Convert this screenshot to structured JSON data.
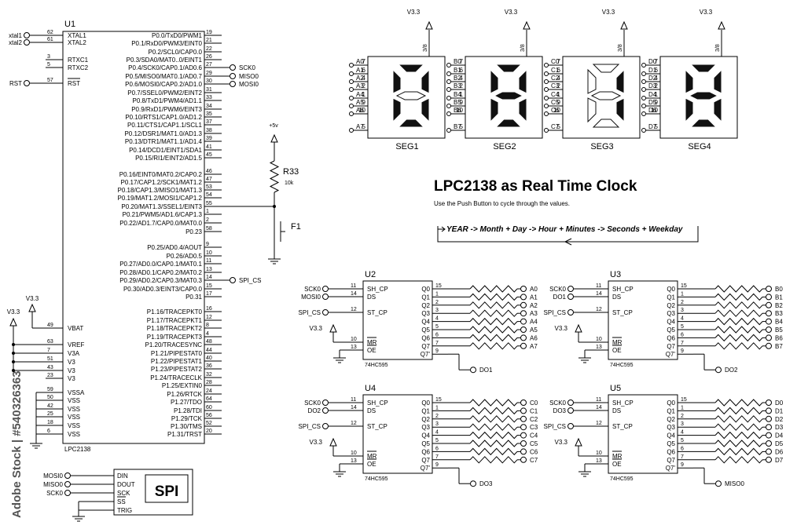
{
  "u1": {
    "ref": "U1",
    "part": "LPC2138",
    "left_pins": [
      {
        "num": "62",
        "name": "XTAL1",
        "net": "xtal1"
      },
      {
        "num": "61",
        "name": "XTAL2",
        "net": "xtal2"
      },
      {
        "num": "3",
        "name": "RTXC1",
        "net": ""
      },
      {
        "num": "5",
        "name": "RTXC2",
        "net": ""
      },
      {
        "num": "57",
        "name": "RST",
        "net": "RST"
      },
      {
        "num": "49",
        "name": "VBAT",
        "net": ""
      },
      {
        "num": "63",
        "name": "VREF",
        "net": ""
      },
      {
        "num": "7",
        "name": "V3A",
        "net": ""
      },
      {
        "num": "51",
        "name": "V3",
        "net": ""
      },
      {
        "num": "43",
        "name": "V3",
        "net": ""
      },
      {
        "num": "23",
        "name": "V3",
        "net": ""
      },
      {
        "num": "59",
        "name": "VSSA",
        "net": ""
      },
      {
        "num": "50",
        "name": "VSS",
        "net": ""
      },
      {
        "num": "42",
        "name": "VSS",
        "net": ""
      },
      {
        "num": "25",
        "name": "VSS",
        "net": ""
      },
      {
        "num": "18",
        "name": "VSS",
        "net": ""
      },
      {
        "num": "6",
        "name": "VSS",
        "net": ""
      }
    ],
    "right_pins": [
      {
        "num": "19",
        "name": "P0.0/TxD0/PWM1",
        "net": ""
      },
      {
        "num": "21",
        "name": "P0.1/RxD0/PWM3/EINT0",
        "net": ""
      },
      {
        "num": "22",
        "name": "P0.2/SCL0/CAP0.0",
        "net": ""
      },
      {
        "num": "26",
        "name": "P0.3/SDA0/MAT0..0/EINT1",
        "net": ""
      },
      {
        "num": "27",
        "name": "P0.4/SCK0/CAP0.1/AD0.6",
        "net": "SCK0"
      },
      {
        "num": "29",
        "name": "P0.5/MISO0/MAT0.1/AD0.7",
        "net": "MISO0"
      },
      {
        "num": "30",
        "name": "P0.6/MOSI0/CAP0.2/AD1.0",
        "net": "MOSI0"
      },
      {
        "num": "31",
        "name": "P0.7/SSEL0/PWM2/EINT2",
        "net": ""
      },
      {
        "num": "33",
        "name": "P0.8/TxD1/PWM4/AD1.1",
        "net": ""
      },
      {
        "num": "34",
        "name": "P0.9/RxD1/PWM6/EINT3",
        "net": ""
      },
      {
        "num": "35",
        "name": "P0.10/RTS1/CAP1.0/AD1.2",
        "net": ""
      },
      {
        "num": "37",
        "name": "P0.11/CTS1/CAP1.1/SCL1",
        "net": ""
      },
      {
        "num": "38",
        "name": "P0.12/DSR1/MAT1.0/AD1.3",
        "net": ""
      },
      {
        "num": "39",
        "name": "P0.13/DTR1/MAT1.1/AD1.4",
        "net": ""
      },
      {
        "num": "41",
        "name": "P0.14/DCD1/EINT1/SDA1",
        "net": ""
      },
      {
        "num": "45",
        "name": "P0.15/RI1/EINT2/AD1.5",
        "net": ""
      },
      {
        "num": "46",
        "name": "P0.16/EINT0/MAT0.2/CAP0.2",
        "net": ""
      },
      {
        "num": "47",
        "name": "P0.17/CAP1.2/SCK1/MAT1.2",
        "net": ""
      },
      {
        "num": "53",
        "name": "P0.18/CAP1.3/MISO1/MAT1.3",
        "net": ""
      },
      {
        "num": "54",
        "name": "P0.19/MAT1.2/MOSI1/CAP1.2",
        "net": ""
      },
      {
        "num": "55",
        "name": "P0.20/MAT1.3/SSEL1/EINT3",
        "net": ""
      },
      {
        "num": "1",
        "name": "P0.21/PWM5/AD1.6/CAP1.3",
        "net": ""
      },
      {
        "num": "2",
        "name": "P0.22/AD1.7/CAP0.0/MAT0.0",
        "net": ""
      },
      {
        "num": "58",
        "name": "P0.23",
        "net": ""
      },
      {
        "num": "9",
        "name": "P0.25/AD0.4/AOUT",
        "net": ""
      },
      {
        "num": "10",
        "name": "P0.26/AD0.5",
        "net": ""
      },
      {
        "num": "11",
        "name": "P0.27/AD0.0/CAP0.1/MAT0.1",
        "net": ""
      },
      {
        "num": "13",
        "name": "P0.28/AD0.1/CAP0.2/MAT0.2",
        "net": ""
      },
      {
        "num": "14",
        "name": "P0.29/AD0.2/CAP0.3/MAT0.3",
        "net": "SPI_CS"
      },
      {
        "num": "15",
        "name": "P0.30/AD0.3/EINT3/CAP0.0",
        "net": ""
      },
      {
        "num": "17",
        "name": "P0.31",
        "net": ""
      },
      {
        "num": "16",
        "name": "P1.16/TRACEPKT0",
        "net": ""
      },
      {
        "num": "12",
        "name": "P1.17/TRACEPKT1",
        "net": ""
      },
      {
        "num": "8",
        "name": "P1.18/TRACEPKT2",
        "net": ""
      },
      {
        "num": "4",
        "name": "P1.19/TRACEPKT3",
        "net": ""
      },
      {
        "num": "48",
        "name": "P1.20/TRACESYNC",
        "net": ""
      },
      {
        "num": "44",
        "name": "P1.21/PIPESTAT0",
        "net": ""
      },
      {
        "num": "40",
        "name": "P1.22/PIPESTAT1",
        "net": ""
      },
      {
        "num": "36",
        "name": "P1.23/PIPESTAT2",
        "net": ""
      },
      {
        "num": "32",
        "name": "P1.24/TRACECLK",
        "net": ""
      },
      {
        "num": "28",
        "name": "P1.25/EXTIN0",
        "net": ""
      },
      {
        "num": "24",
        "name": "P1.26/RTCK",
        "net": ""
      },
      {
        "num": "64",
        "name": "P1.27/TDO",
        "net": ""
      },
      {
        "num": "60",
        "name": "P1.28/TDI",
        "net": ""
      },
      {
        "num": "56",
        "name": "P1.29/TCK",
        "net": ""
      },
      {
        "num": "52",
        "name": "P1.30/TMS",
        "net": ""
      },
      {
        "num": "20",
        "name": "P1.31/TRST",
        "net": ""
      }
    ],
    "vcc_label": "V3.3",
    "vbat_label": "V3.3"
  },
  "pullup": {
    "supply": "+5v",
    "ref": "R33",
    "value": "10k",
    "switch_ref": "F1"
  },
  "spi": {
    "label": "SPI",
    "pins": [
      "DIN",
      "DOUT",
      "SCK",
      "SS",
      "TRIG"
    ],
    "nets": [
      "MOSI0",
      "MISO0",
      "SCK0"
    ]
  },
  "displays": [
    {
      "name": "SEG1",
      "prefix": "A",
      "supply": "V3.3",
      "pin_common": "3/8",
      "digit": "0",
      "pins": [
        {
          "n": "A0",
          "p": "7"
        },
        {
          "n": "A1",
          "p": "6"
        },
        {
          "n": "A2",
          "p": "4"
        },
        {
          "n": "A3",
          "p": "2"
        },
        {
          "n": "A4",
          "p": "1"
        },
        {
          "n": "A5",
          "p": "9"
        },
        {
          "n": "A6",
          "p": "10"
        },
        {
          "n": "A7",
          "p": "5"
        }
      ]
    },
    {
      "name": "SEG2",
      "prefix": "B",
      "supply": "V3.3",
      "pin_common": "3/8",
      "digit": "8",
      "pins": [
        {
          "n": "B0",
          "p": "7"
        },
        {
          "n": "B1",
          "p": "6"
        },
        {
          "n": "B2",
          "p": "4"
        },
        {
          "n": "B3",
          "p": "2"
        },
        {
          "n": "B4",
          "p": "1"
        },
        {
          "n": "B5",
          "p": "9"
        },
        {
          "n": "B6",
          "p": "10"
        },
        {
          "n": "B7",
          "p": "5"
        }
      ]
    },
    {
      "name": "SEG3",
      "prefix": "C",
      "supply": "V3.3",
      "pin_common": "3/8",
      "digit": "1",
      "pins": [
        {
          "n": "C0",
          "p": "7"
        },
        {
          "n": "C1",
          "p": "6"
        },
        {
          "n": "C2",
          "p": "4"
        },
        {
          "n": "C3",
          "p": "2"
        },
        {
          "n": "C4",
          "p": "1"
        },
        {
          "n": "C5",
          "p": "9"
        },
        {
          "n": "C6",
          "p": "10"
        },
        {
          "n": "C7",
          "p": "5"
        }
      ]
    },
    {
      "name": "SEG4",
      "prefix": "D",
      "supply": "V3.3",
      "pin_common": "3/8",
      "digit": "8",
      "pins": [
        {
          "n": "D0",
          "p": "7"
        },
        {
          "n": "D1",
          "p": "6"
        },
        {
          "n": "D2",
          "p": "4"
        },
        {
          "n": "D3",
          "p": "2"
        },
        {
          "n": "D4",
          "p": "1"
        },
        {
          "n": "D5",
          "p": "9"
        },
        {
          "n": "D6",
          "p": "10"
        },
        {
          "n": "D7",
          "p": "5"
        }
      ]
    }
  ],
  "title": "LPC2138 as Real Time Clock",
  "subtitle": "Use the Push Button to cycle through the values.",
  "flow_text": "YEAR -> Month + Day -> Hour + Minutes -> Seconds + Weekday",
  "shift_registers": [
    {
      "ref": "U2",
      "part": "74HC595",
      "in_data": "MOSI0",
      "in_clk": "SCK0",
      "in_cs": "SPI_CS",
      "supply": "V3.3",
      "q7s_net": "DO1",
      "out_prefix": "A"
    },
    {
      "ref": "U3",
      "part": "74HC595",
      "in_data": "DO1",
      "in_clk": "SCK0",
      "in_cs": "SPI_CS",
      "supply": "V3.3",
      "q7s_net": "DO2",
      "out_prefix": "B"
    },
    {
      "ref": "U4",
      "part": "74HC595",
      "in_data": "DO2",
      "in_clk": "SCK0",
      "in_cs": "SPI_CS",
      "supply": "V3.3",
      "q7s_net": "DO3",
      "out_prefix": "C"
    },
    {
      "ref": "U5",
      "part": "74HC595",
      "in_data": "DO3",
      "in_clk": "SCK0",
      "in_cs": "SPI_CS",
      "supply": "V3.3",
      "q7s_net": "MISO0",
      "out_prefix": "D"
    }
  ],
  "sr_pins": {
    "left": [
      {
        "name": "SH_CP",
        "num": "11"
      },
      {
        "name": "DS",
        "num": "14"
      },
      {
        "name": "ST_CP",
        "num": "12"
      },
      {
        "name": "MR",
        "num": "10"
      },
      {
        "name": "OE",
        "num": "13"
      }
    ],
    "right": [
      {
        "name": "Q0",
        "num": "15"
      },
      {
        "name": "Q1",
        "num": "1"
      },
      {
        "name": "Q2",
        "num": "2"
      },
      {
        "name": "Q3",
        "num": "3"
      },
      {
        "name": "Q4",
        "num": "4"
      },
      {
        "name": "Q5",
        "num": "5"
      },
      {
        "name": "Q6",
        "num": "6"
      },
      {
        "name": "Q7",
        "num": "7"
      },
      {
        "name": "Q7'",
        "num": "9"
      }
    ]
  },
  "watermark": "Adobe Stock | #540326363"
}
